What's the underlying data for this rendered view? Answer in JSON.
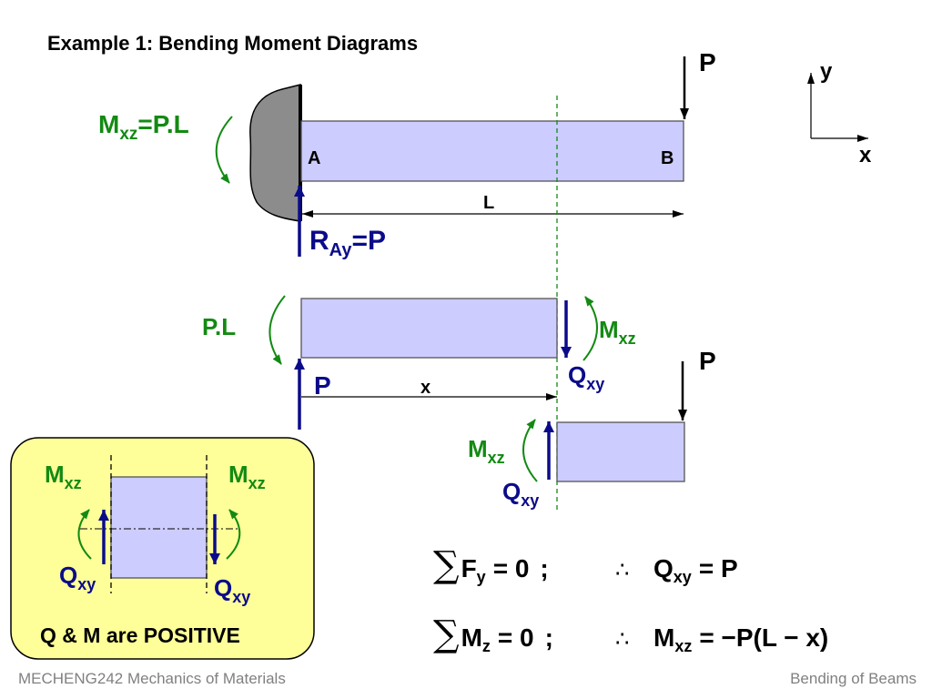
{
  "slide": {
    "title": "Example 1: Bending Moment Diagrams",
    "footer_left": "MECHENG242 Mechanics of Materials",
    "footer_right": "Bending of Beams"
  },
  "colors": {
    "moment_green": "#138a13",
    "force_navy": "#0b0b8a",
    "beam_fill": "#ccccff",
    "wall_fill": "#8c8c8c",
    "panel_fill": "#ffff99",
    "footer_gray": "#808080"
  },
  "axes": {
    "y_label": "y",
    "x_label": "x"
  },
  "full_beam": {
    "load_label": "P",
    "point_a": "A",
    "point_b": "B",
    "length_label": "L",
    "fixed_moment": {
      "symbol": "M",
      "sub": "xz",
      "rest": "=P.L"
    },
    "reaction": {
      "symbol": "R",
      "sub": "Ay",
      "rest": "=P"
    }
  },
  "left_section": {
    "end_moment": "P.L",
    "end_force": "P",
    "distance_label": "x",
    "cut_moment": {
      "symbol": "M",
      "sub": "xz"
    },
    "cut_shear": {
      "symbol": "Q",
      "sub": "xy"
    }
  },
  "right_section": {
    "load_label": "P",
    "cut_moment": {
      "symbol": "M",
      "sub": "xz"
    },
    "cut_shear": {
      "symbol": "Q",
      "sub": "xy"
    }
  },
  "sign_convention": {
    "left_moment": {
      "symbol": "M",
      "sub": "xz"
    },
    "right_moment": {
      "symbol": "M",
      "sub": "xz"
    },
    "left_shear": {
      "symbol": "Q",
      "sub": "xy"
    },
    "right_shear": {
      "symbol": "Q",
      "sub": "xy"
    },
    "caption": "Q & M are POSITIVE"
  },
  "equations": {
    "force_balance": {
      "sum": "∑",
      "var": "F",
      "sub": "y",
      "rhs": "= 0",
      "sep": ";",
      "therefore": "∴",
      "result_var": "Q",
      "result_sub": "xy",
      "result_rhs": "= P"
    },
    "moment_balance": {
      "sum": "∑",
      "var": "M",
      "sub": "z",
      "rhs": "= 0",
      "sep": ";",
      "therefore": "∴",
      "result_var": "M",
      "result_sub": "xz",
      "result_rhs": "= −P(L − x)"
    }
  }
}
